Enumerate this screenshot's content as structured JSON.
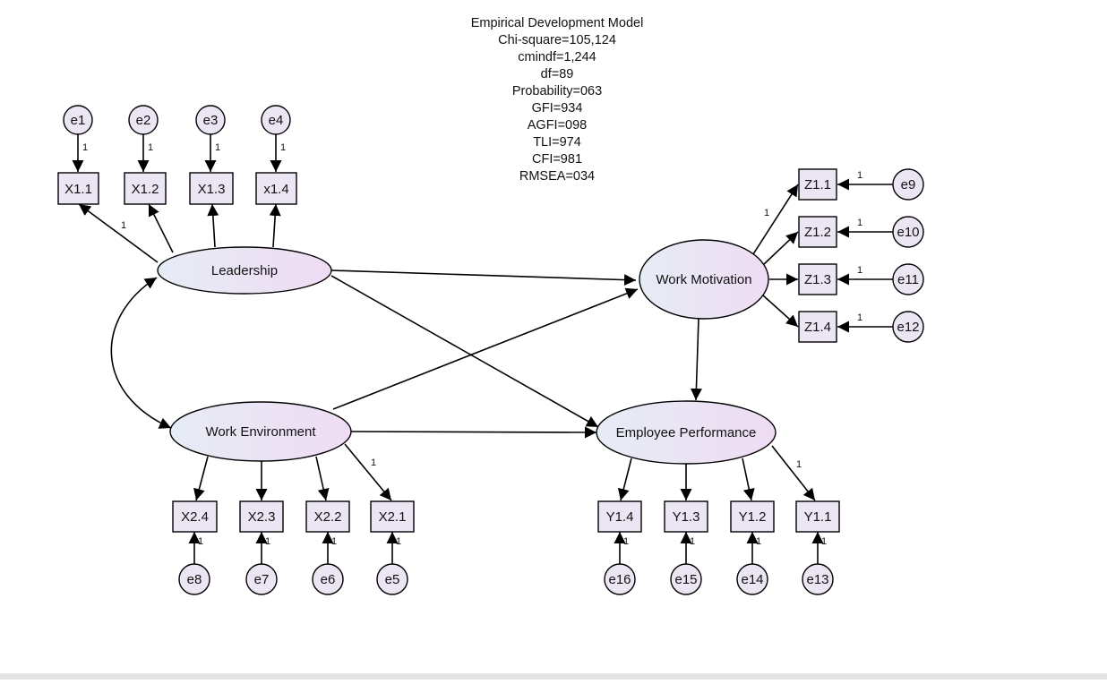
{
  "title_lines": [
    "Empirical Development Model",
    "Chi-square=105,124",
    "cmindf=1,244",
    "df=89",
    "Probability=063",
    "GFI=934",
    "AGFI=098",
    "TLI=974",
    "CFI=981",
    "RMSEA=034"
  ],
  "latents": {
    "leadership": "Leadership",
    "work_environment": "Work Environment",
    "work_motivation": "Work Motivation",
    "employee_performance": "Employee Performance"
  },
  "indicators": {
    "x1_1": "X1.1",
    "x1_2": "X1.2",
    "x1_3": "X1.3",
    "x1_4": "x1.4",
    "x2_4": "X2.4",
    "x2_3": "X2.3",
    "x2_2": "X2.2",
    "x2_1": "X2.1",
    "z1_1": "Z1.1",
    "z1_2": "Z1.2",
    "z1_3": "Z1.3",
    "z1_4": "Z1.4",
    "y1_4": "Y1.4",
    "y1_3": "Y1.3",
    "y1_2": "Y1.2",
    "y1_1": "Y1.1"
  },
  "errors": {
    "e1": "e1",
    "e2": "e2",
    "e3": "e3",
    "e4": "e4",
    "e5": "e5",
    "e6": "e6",
    "e7": "e7",
    "e8": "e8",
    "e9": "e9",
    "e10": "e10",
    "e11": "e11",
    "e12": "e12",
    "e13": "e13",
    "e14": "e14",
    "e15": "e15",
    "e16": "e16"
  },
  "fixed_loading": "1",
  "colors": {
    "node_fill": "#ece6f4",
    "latent_fill_start": "#e6ecf5",
    "latent_fill_end": "#efdcf4",
    "line": "#000000"
  }
}
